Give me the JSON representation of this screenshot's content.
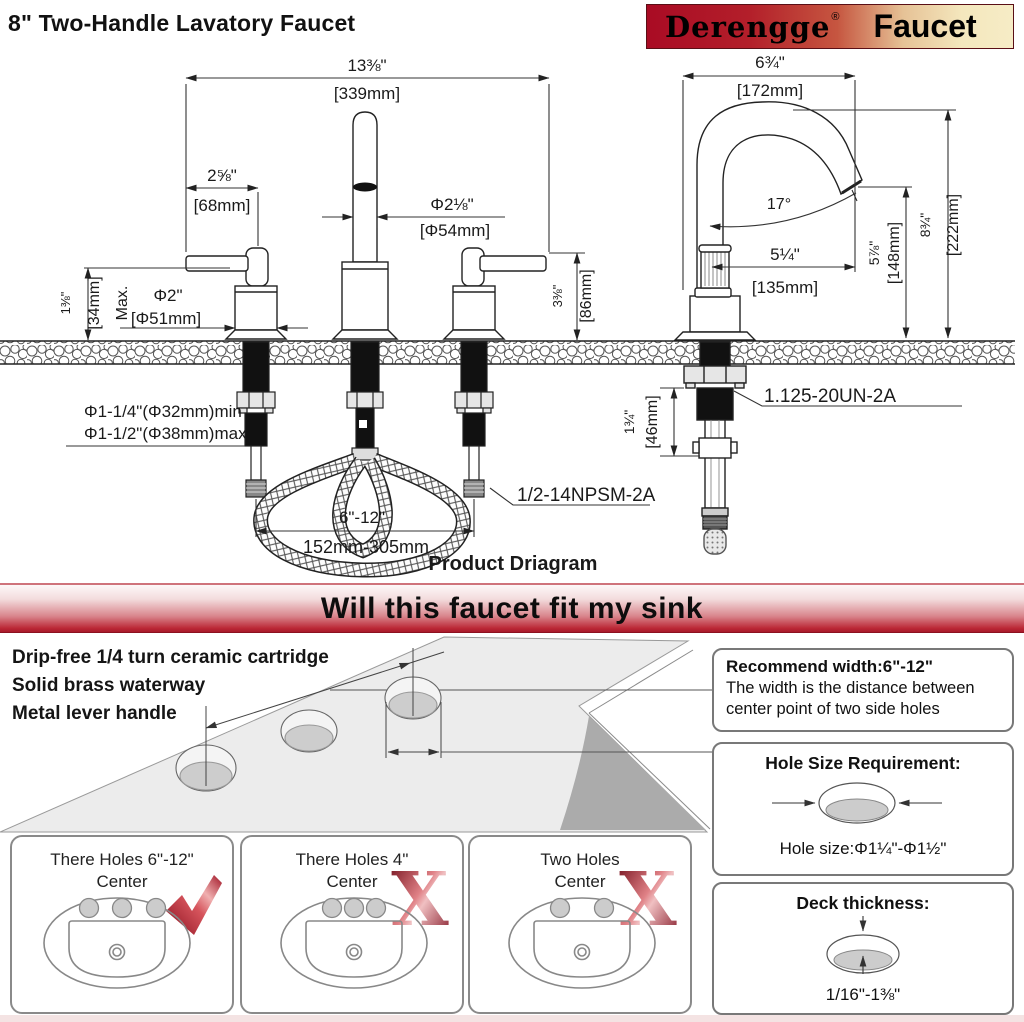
{
  "header": {
    "title": "8\" Two-Handle Lavatory Faucet",
    "brand": "Derengge",
    "brand_reg": "®",
    "brand_product": "Faucet"
  },
  "diagram": {
    "caption": "Product Driagram",
    "front_view": {
      "width_total": "13⅜\"",
      "width_total_mm": "[339mm]",
      "handle_offset": "2⅝\"",
      "handle_offset_mm": "[68mm]",
      "spout_dia": "Φ2⅛\"",
      "spout_dia_mm": "[Φ54mm]",
      "handle_base_dia": "Φ2\"",
      "handle_base_dia_mm": "[Φ51mm]",
      "deck_thickness_max": "1⅜\"",
      "deck_thickness_max_mm": "[34mm]",
      "deck_thickness_note": "Max.",
      "handle_height": "3⅜\"",
      "handle_height_mm": "[86mm]",
      "hole_dia_min": "Φ1-1/4\"(Φ32mm)min",
      "hole_dia_max": "Φ1-1/2\"(Φ38mm)max",
      "hole_spread": "6\"-12\"",
      "hole_spread_mm": "152mm-305mm",
      "hose_thread": "1/2-14NPSM-2A"
    },
    "side_view": {
      "spout_reach": "6¾\"",
      "spout_reach_mm": "[172mm]",
      "spout_angle": "17°",
      "overall_height": "8¾\"",
      "overall_height_mm": "[222mm]",
      "outlet_height": "5⅞\"",
      "outlet_height_mm": "[148mm]",
      "handle_to_outlet": "5¼\"",
      "handle_to_outlet_mm": "[135mm]",
      "shank_length": "1¾\"",
      "shank_length_mm": "[46mm]",
      "shank_thread": "1.125-20UN-2A"
    }
  },
  "fit_section": {
    "banner": "Will this faucet fit my sink",
    "features": [
      "Drip-free 1/4 turn ceramic cartridge",
      "Solid brass waterway",
      "Metal lever handle"
    ],
    "recommend_panel": {
      "title": "Recommend width:6\"-12\"",
      "body_line1": "The width is the distance between",
      "body_line2": "center point of two side holes"
    },
    "hole_size_panel": {
      "title": "Hole Size Requirement:",
      "value": "Hole size:Φ1¼\"-Φ1½\""
    },
    "deck_panel": {
      "title": "Deck thickness:",
      "value": "1/16\"-1⅜\""
    },
    "options": [
      {
        "line1": "There Holes 6\"-12\"",
        "line2": "Center",
        "verdict": "yes"
      },
      {
        "line1": "There Holes 4\"",
        "line2": "Center",
        "verdict": "no"
      },
      {
        "line1": "Two Holes",
        "line2": "Center",
        "verdict": "no"
      }
    ]
  },
  "colors": {
    "brand_red": "#a90b24",
    "logo_cream": "#f6ecc6",
    "banner_red": "#a8192a",
    "mark_red": "#8f0f1e"
  }
}
